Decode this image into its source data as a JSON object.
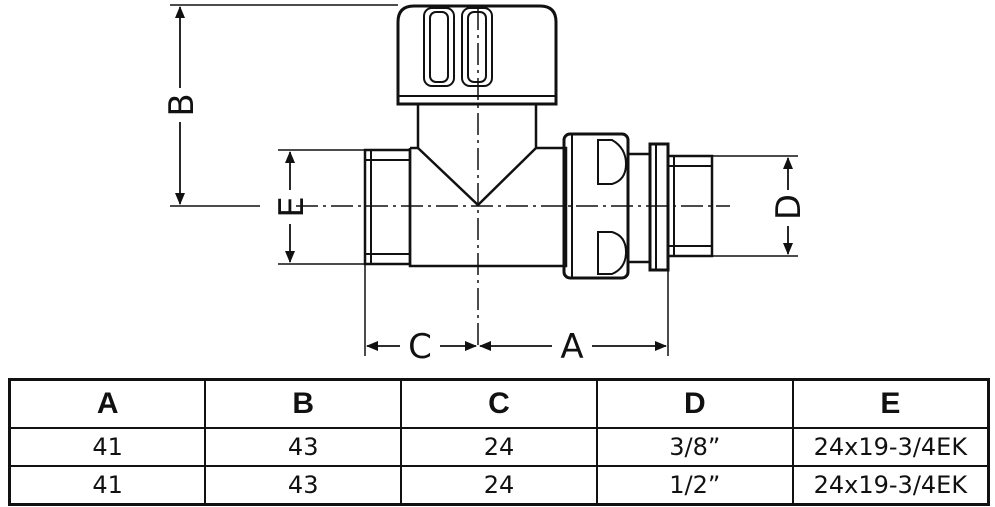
{
  "drawing": {
    "dimension_labels": {
      "A": "A",
      "B": "B",
      "C": "C",
      "D": "D",
      "E": "E"
    }
  },
  "table": {
    "headers": [
      "A",
      "B",
      "C",
      "D",
      "E"
    ],
    "rows": [
      [
        "41",
        "43",
        "24",
        "3/8”",
        "24x19-3/4EK"
      ],
      [
        "41",
        "43",
        "24",
        "1/2”",
        "24x19-3/4EK"
      ]
    ]
  }
}
